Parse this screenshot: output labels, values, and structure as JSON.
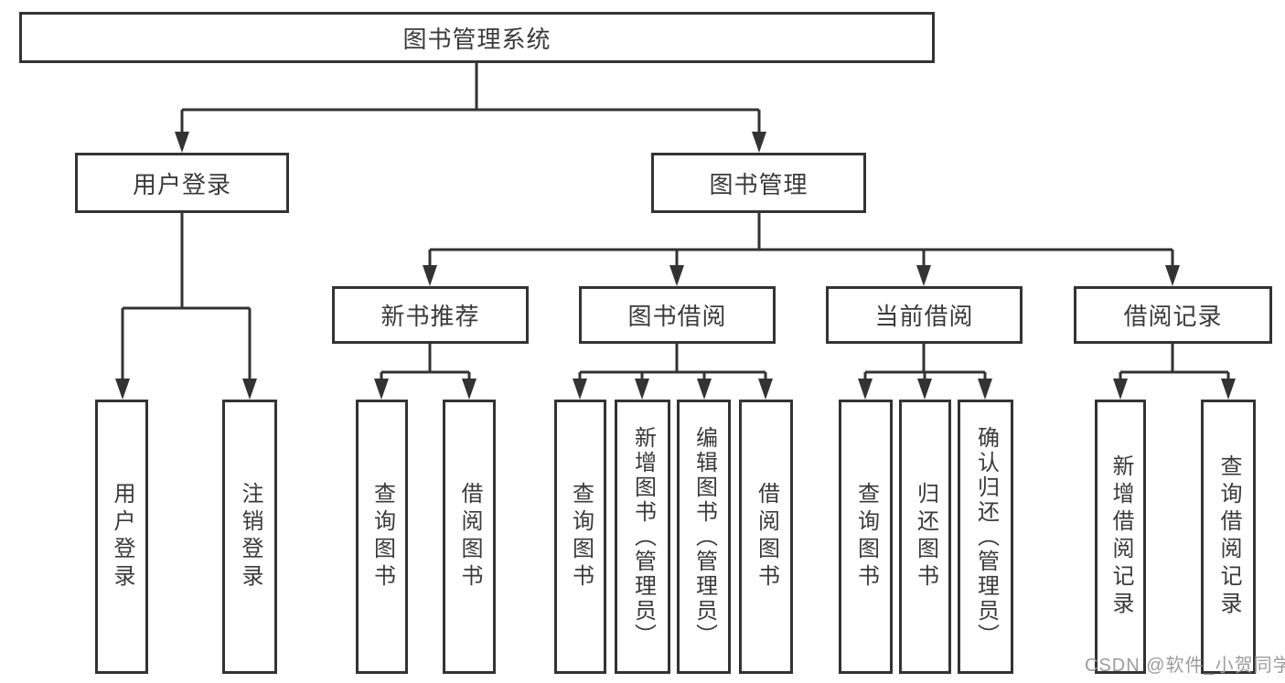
{
  "diagram": {
    "root": {
      "label": "图书管理系统"
    },
    "level2": [
      {
        "label": "用户登录"
      },
      {
        "label": "图书管理"
      }
    ],
    "level3": [
      {
        "label": "新书推荐"
      },
      {
        "label": "图书借阅"
      },
      {
        "label": "当前借阅"
      },
      {
        "label": "借阅记录"
      }
    ],
    "leaves": {
      "user_login": [
        "用户登录",
        "注销登录"
      ],
      "new_book": [
        "查询图书",
        "借阅图书"
      ],
      "book_borrow": [
        "查询图书",
        "新增图书（管理员）",
        "编辑图书（管理员）",
        "借阅图书"
      ],
      "current_borrow": [
        "查询图书",
        "归还图书",
        "确认归还（管理员）"
      ],
      "borrow_records": [
        "新增借阅记录",
        "查询借阅记录"
      ]
    }
  },
  "watermark": {
    "text": "CSDN @软件_小贺同学"
  },
  "colors": {
    "line": "#333333",
    "box_border": "#333333",
    "text": "#3a3a3a",
    "watermark": "#9c9c9c",
    "background": "#ffffff"
  }
}
